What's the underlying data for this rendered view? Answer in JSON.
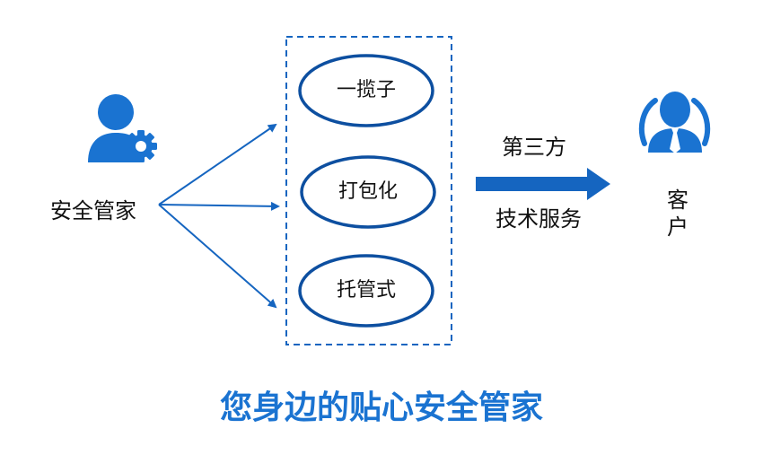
{
  "colors": {
    "accent": "#1565c0",
    "icon": "#1a73d1",
    "text": "#111111"
  },
  "icons": {
    "manager": "user-gear-icon",
    "customer": "business-person-icon"
  },
  "manager": {
    "label": "安全管家"
  },
  "services": [
    {
      "label": "一揽子"
    },
    {
      "label": "打包化"
    },
    {
      "label": "托管式"
    }
  ],
  "third_party": {
    "line1": "第三方",
    "line2": "技术服务"
  },
  "customer": {
    "line1": "客",
    "line2": "户"
  },
  "tagline": "您身边的贴心安全管家"
}
